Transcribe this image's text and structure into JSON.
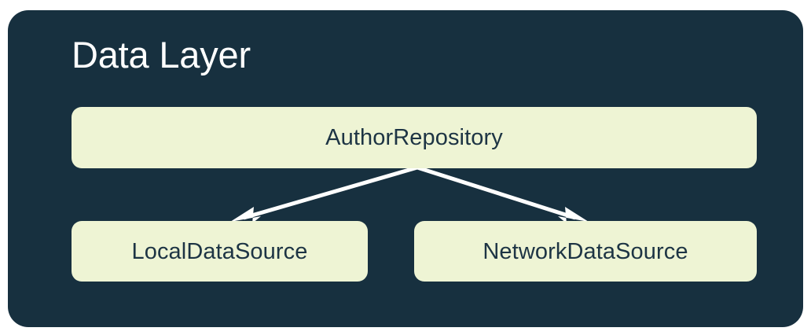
{
  "diagram": {
    "title": "Data Layer",
    "type": "architecture-layer-diagram",
    "panel_color": "#17303f",
    "node_fill_color": "#eef4d4",
    "node_text_color": "#1d3444",
    "title_color": "#ffffff",
    "connector_color": "#ffffff",
    "nodes": [
      {
        "id": "repository",
        "label": "AuthorRepository",
        "row": 0
      },
      {
        "id": "local",
        "label": "LocalDataSource",
        "row": 1
      },
      {
        "id": "network",
        "label": "NetworkDataSource",
        "row": 1
      }
    ],
    "edges": [
      {
        "from": "repository",
        "to": "local",
        "style": "solid-arrow"
      },
      {
        "from": "repository",
        "to": "network",
        "style": "solid-arrow"
      }
    ]
  }
}
